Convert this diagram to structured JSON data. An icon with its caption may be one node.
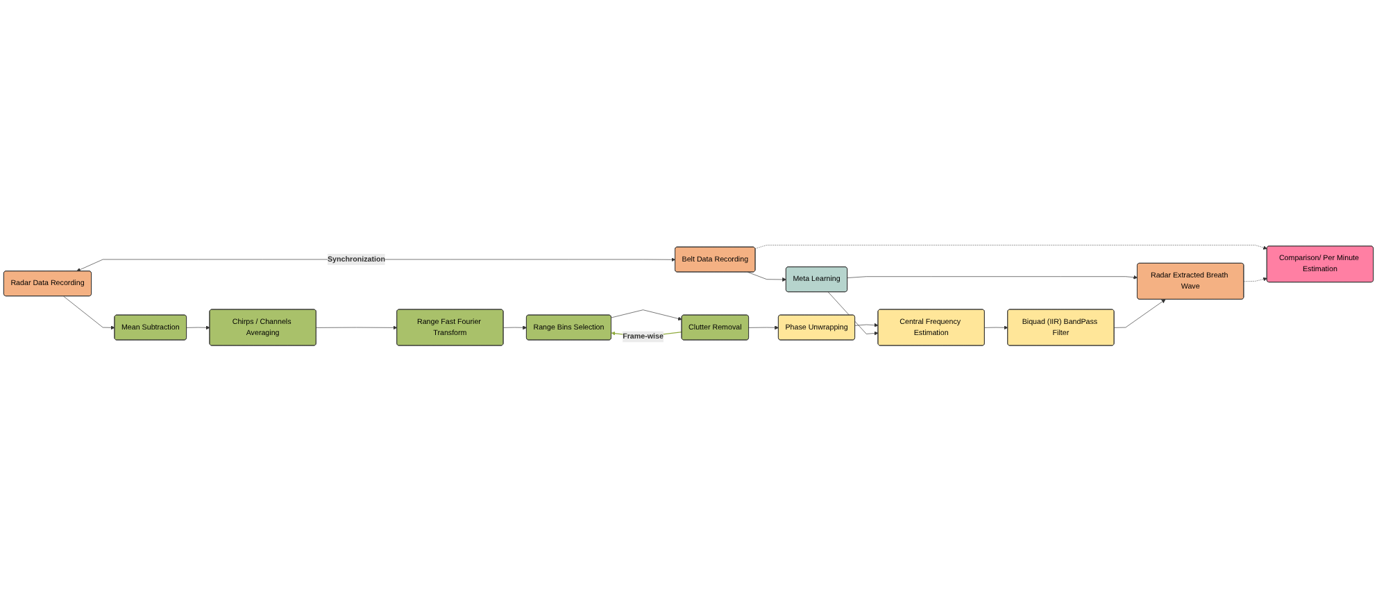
{
  "diagram": {
    "nodes": [
      {
        "text": [
          "Radar Data Recording"
        ]
      },
      {
        "text": [
          "Belt Data Recording"
        ]
      },
      {
        "text": [
          "Comparison/ Per Minute Estimation"
        ]
      },
      {
        "text": [
          "Mean Subtraction"
        ]
      },
      {
        "text": [
          "Range Bins Selection"
        ]
      },
      {
        "text": [
          "Clutter Removal"
        ]
      },
      {
        "text": [
          "Meta Learning"
        ]
      },
      {
        "text": [
          "Radar Extracted Breath Wave"
        ]
      },
      {
        "text": [
          "Chirps / Channels Averaging"
        ]
      },
      {
        "text": [
          "Range Fast Fourier Transform"
        ]
      },
      {
        "text": [
          "Phase Unwrapping"
        ]
      },
      {
        "text": [
          "Central Frequency Estimation"
        ]
      },
      {
        "text": [
          "Biquad (IIR) BandPass Filter"
        ]
      }
    ],
    "edges": [
      {
        "from": 0,
        "to": 1,
        "arrow": "both",
        "label": "Synchronization"
      },
      {
        "from": 1,
        "to": 2,
        "arrow": "to",
        "style": "dashed"
      },
      {
        "from": 0,
        "to": 3,
        "arrow": "to"
      },
      {
        "from": 3,
        "to": 8,
        "arrow": "to"
      },
      {
        "from": 8,
        "to": 9,
        "arrow": "to"
      },
      {
        "from": 9,
        "to": 4,
        "arrow": "to"
      },
      {
        "from": 4,
        "to": 5,
        "arrow": "to"
      },
      {
        "from": 5,
        "to": 4,
        "arrow": "to",
        "label": "Frame-wise",
        "color": "#8faa3c"
      },
      {
        "from": 5,
        "to": 10,
        "arrow": "to"
      },
      {
        "from": 10,
        "to": 11,
        "arrow": "to"
      },
      {
        "from": 1,
        "to": 6,
        "arrow": "to"
      },
      {
        "from": 6,
        "to": 11,
        "arrow": "to"
      },
      {
        "from": 6,
        "to": 7,
        "arrow": "to"
      },
      {
        "from": 11,
        "to": 12,
        "arrow": "to"
      },
      {
        "from": 12,
        "to": 7,
        "arrow": "to"
      },
      {
        "from": 7,
        "to": 2,
        "arrow": "to",
        "style": "dashed"
      }
    ]
  }
}
